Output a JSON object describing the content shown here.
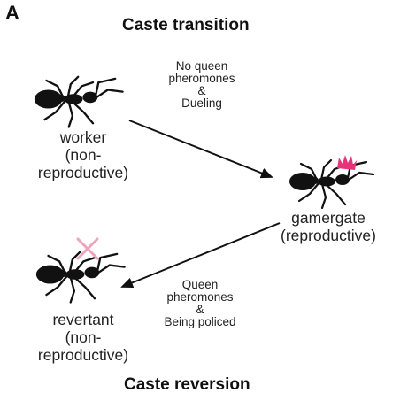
{
  "panel_letter": "A",
  "headings": {
    "top": "Caste transition",
    "bottom": "Caste reversion"
  },
  "stages": {
    "worker": [
      "worker",
      "(non-",
      "reproductive)"
    ],
    "gamergate": [
      "gamergate",
      "(reproductive)"
    ],
    "revertant": [
      "revertant",
      "(non-",
      "reproductive)"
    ]
  },
  "conditions": {
    "transition": [
      "No queen",
      "pheromones",
      "&",
      "Dueling"
    ],
    "reversion": [
      "Queen",
      "pheromones",
      "&",
      "Being policed"
    ]
  },
  "icons": {
    "worker": "ant-icon",
    "gamergate": "ant-icon",
    "revertant": "ant-icon",
    "crown": "crown-icon",
    "cross": "cross-mark-icon"
  },
  "colors": {
    "ant": "#111111",
    "arrow": "#111111",
    "crown": "#e8337a",
    "cross": "#f0a3bc"
  }
}
